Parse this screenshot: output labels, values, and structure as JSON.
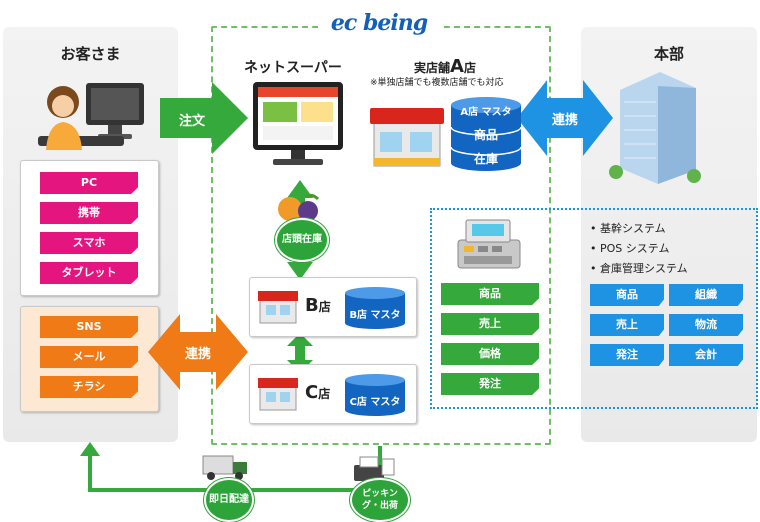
{
  "logo": {
    "text": "ec being"
  },
  "customer": {
    "title": "お客さま",
    "devices": [
      "PC",
      "携帯",
      "スマホ",
      "タブレット"
    ],
    "channels": [
      "SNS",
      "メール",
      "チラシ"
    ]
  },
  "center": {
    "net_super": "ネットスーパー",
    "store_a_title": "実店舗",
    "store_a_letter": "A",
    "store_a_suffix": "店",
    "store_a_note": "※単独店舗でも複数店舗でも対応",
    "store_a_db": [
      "A店 マスタ",
      "商品",
      "在庫"
    ],
    "stock_circle": "店頭在庫",
    "store_b_letter": "B",
    "store_b_suffix": "店",
    "store_b_db": "B店 マスタ",
    "store_c_letter": "C",
    "store_c_suffix": "店",
    "store_c_db": "C店 マスタ",
    "pos_items": [
      "商品",
      "売上",
      "価格",
      "発注"
    ]
  },
  "hq": {
    "title": "本部",
    "systems": [
      "基幹システム",
      "POS システム",
      "倉庫管理システム"
    ],
    "grid": [
      "商品",
      "組織",
      "売上",
      "物流",
      "発注",
      "会計"
    ]
  },
  "arrows": {
    "order": "注文",
    "link_hq": "連携",
    "link_customer": "連携"
  },
  "bottom": {
    "delivery": "即日配達",
    "picking": "ピッキング・出荷"
  },
  "colors": {
    "green": "#35a93b",
    "pink": "#e5157f",
    "orange": "#f07a15",
    "blue": "#1f93e3"
  }
}
